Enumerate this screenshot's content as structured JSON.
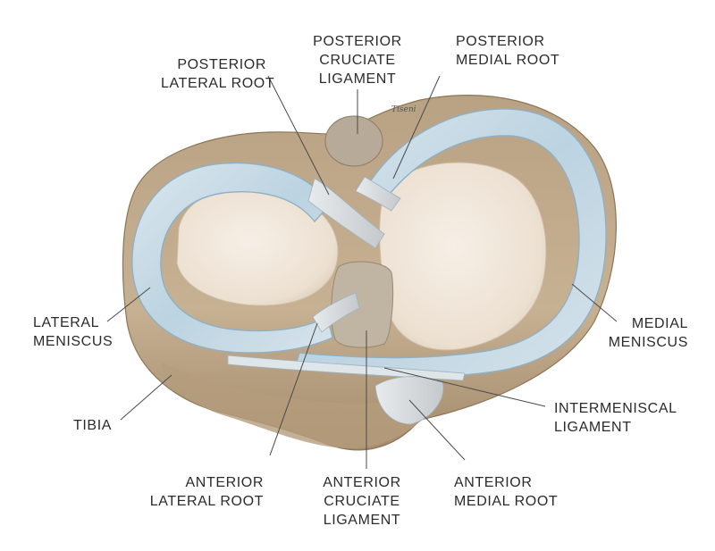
{
  "labels": {
    "posterior_lateral_root": [
      "POSTERIOR",
      "LATERAL ROOT"
    ],
    "posterior_cruciate_ligament": [
      "POSTERIOR",
      "CRUCIATE",
      "LIGAMENT"
    ],
    "posterior_medial_root": [
      "POSTERIOR",
      "MEDIAL ROOT"
    ],
    "lateral_meniscus": [
      "LATERAL",
      "MENISCUS"
    ],
    "medial_meniscus": [
      "MEDIAL",
      "MENISCUS"
    ],
    "tibia": [
      "TIBIA"
    ],
    "intermeniscal_ligament": [
      "INTERMENISCAL",
      "LIGAMENT"
    ],
    "anterior_lateral_root": [
      "ANTERIOR",
      "LATERAL ROOT"
    ],
    "anterior_cruciate_ligament": [
      "ANTERIOR",
      "CRUCIATE",
      "LIGAMENT"
    ],
    "anterior_medial_root": [
      "ANTERIOR",
      "MEDIAL ROOT"
    ]
  },
  "artist_signature": "Tiseni",
  "colors": {
    "bone": "#c8b39a",
    "bone_dark": "#a8916f",
    "cartilage": "#efe6db",
    "meniscus": "#c9dbe6",
    "meniscus_edge": "#8fb0c4",
    "ligament": "#d4d6d8",
    "leader_line": "#4a4a4a"
  }
}
